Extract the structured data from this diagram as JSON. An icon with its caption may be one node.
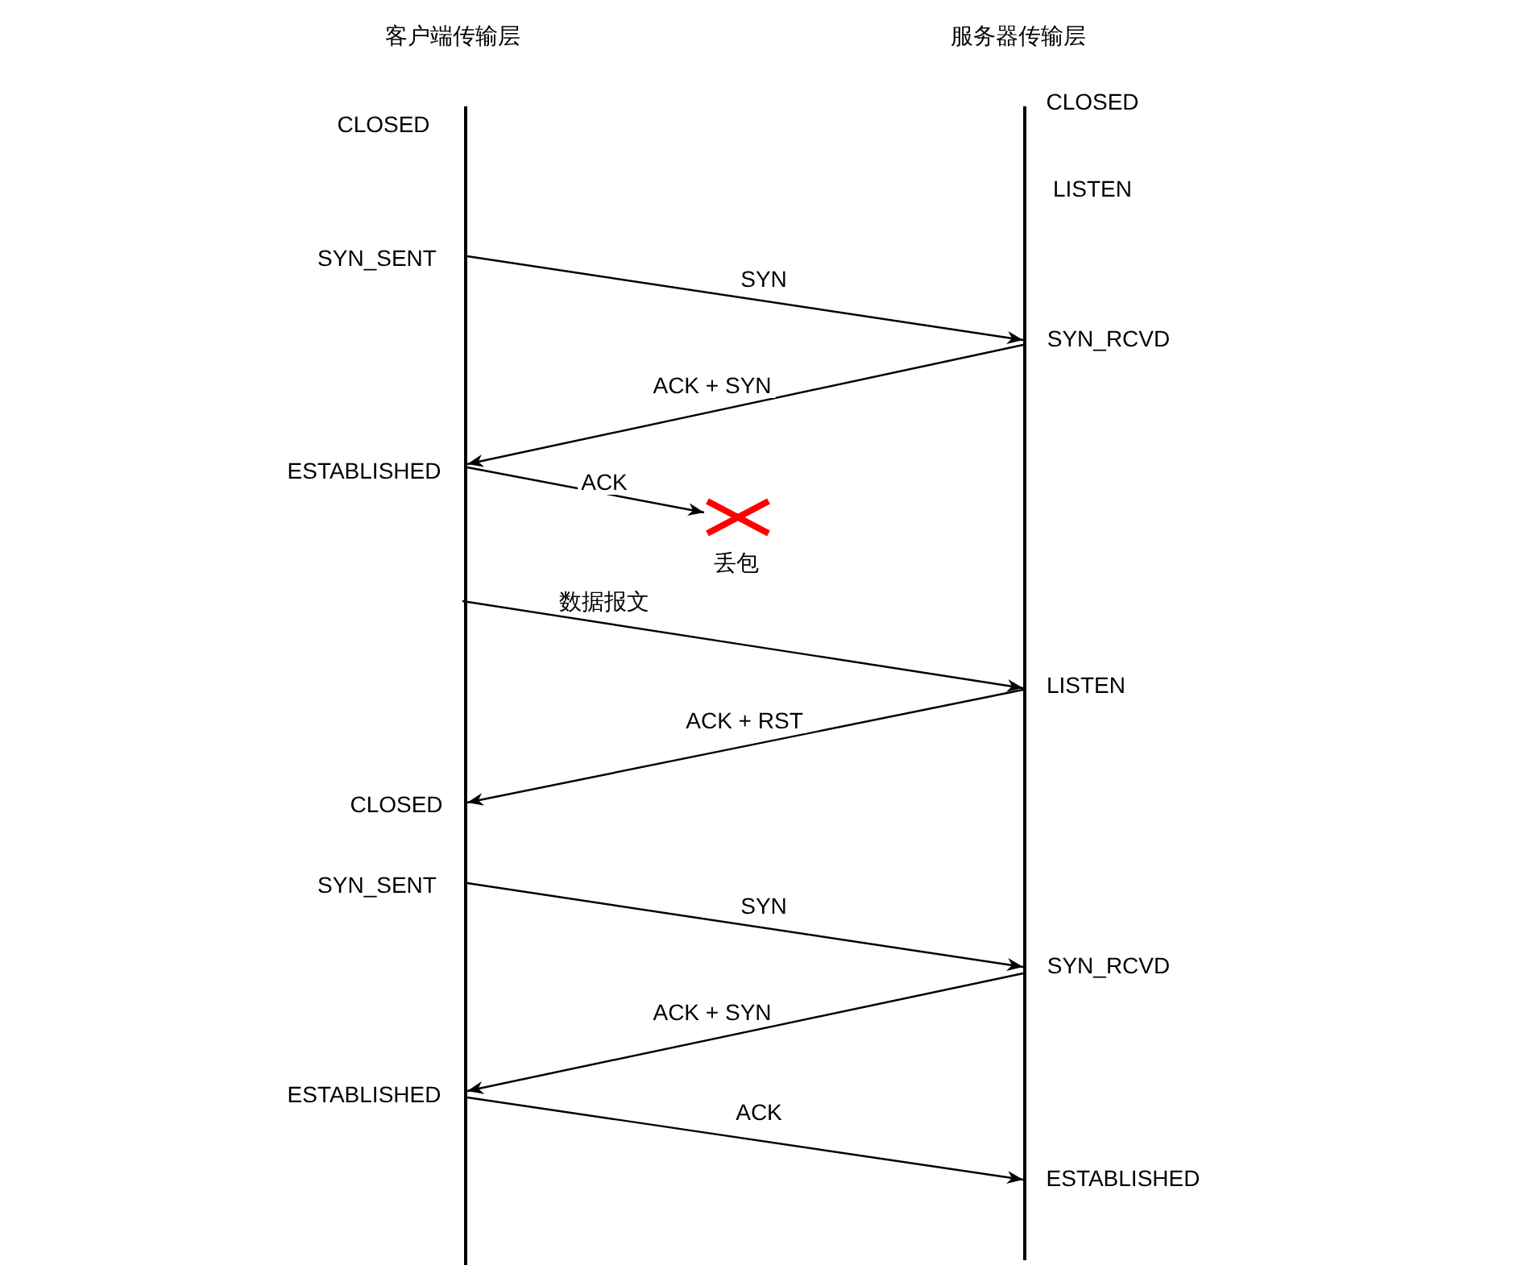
{
  "diagram": {
    "nodes": [
      {
        "text": [
          "客户端传输层"
        ]
      },
      {
        "text": [
          "服务器传输层"
        ]
      },
      {
        "text": [],
        "shape": "cross",
        "beside": [
          "丢包"
        ]
      }
    ],
    "edges": [
      {
        "from": 0,
        "to": 1,
        "arrow": "to",
        "label": "SYN"
      },
      {
        "from": 1,
        "to": 0,
        "arrow": "to",
        "label": "ACK + SYN"
      },
      {
        "from": 0,
        "to": 2,
        "arrow": "to",
        "label": "ACK"
      },
      {
        "from": 0,
        "to": 1,
        "arrow": "to",
        "label": "数据报文"
      },
      {
        "from": 1,
        "to": 0,
        "arrow": "to",
        "label": "ACK + RST"
      },
      {
        "from": 0,
        "to": 1,
        "arrow": "to",
        "label": "SYN"
      },
      {
        "from": 1,
        "to": 0,
        "arrow": "to",
        "label": "ACK + SYN"
      },
      {
        "from": 0,
        "to": 1,
        "arrow": "to",
        "label": "ACK"
      }
    ],
    "labels": [
      "CLOSED",
      "CLOSED",
      "LISTEN",
      "SYN_SENT",
      "SYN_RCVD",
      "ESTABLISHED",
      "LISTEN",
      "CLOSED",
      "SYN_SENT",
      "SYN_RCVD",
      "ESTABLISHED",
      "ESTABLISHED"
    ]
  }
}
